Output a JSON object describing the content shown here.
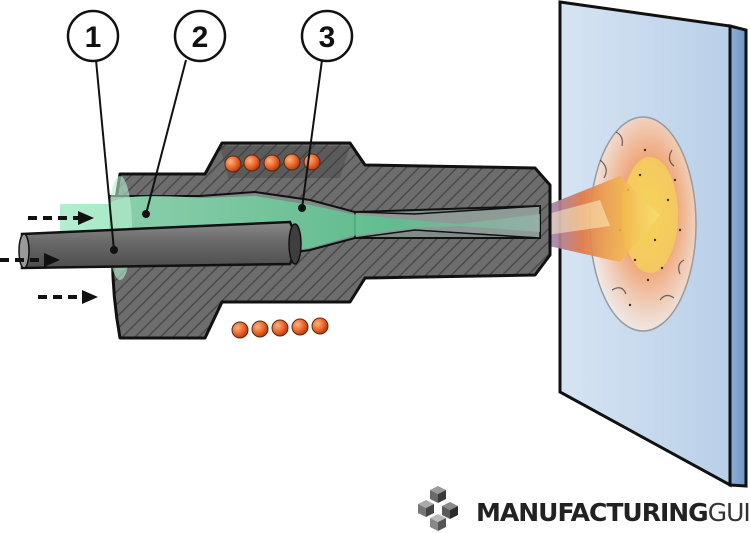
{
  "callouts": [
    {
      "number": "1"
    },
    {
      "number": "2"
    },
    {
      "number": "3"
    }
  ],
  "brand": {
    "bold_text": "MANUFACTURING",
    "light_text": "GUIDE",
    "logo_icon": "stacked-cubes-icon"
  },
  "colors": {
    "body_gray": "#5a5a5a",
    "hatch_gray": "#7a7a7a",
    "powder_green": "#5fcf96",
    "coil_orange": "#e8622a",
    "substrate_blue": "#c7daef",
    "plume_yellow": "#f6d35a"
  }
}
